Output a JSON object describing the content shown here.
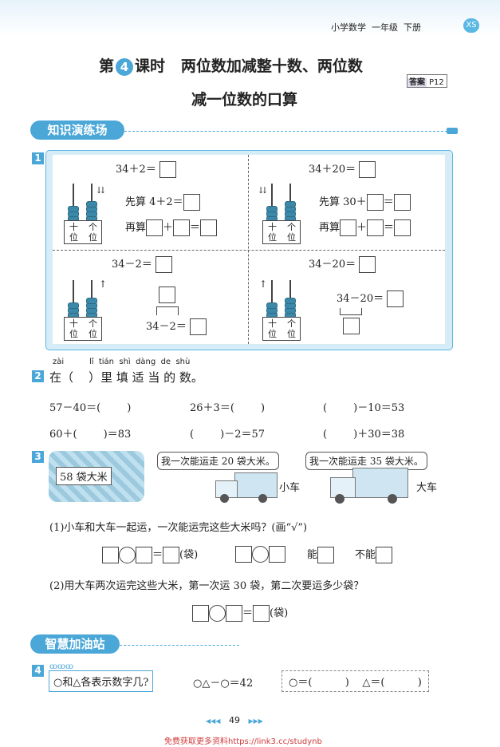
{
  "header": {
    "series": "小学数学",
    "grade": "一年级",
    "volume": "下册",
    "edition": "XS"
  },
  "title": {
    "prefix": "第",
    "number": "4",
    "suffix": "课时",
    "line1": "两位数加减整十数、两位数",
    "line2": "减一位数的口算"
  },
  "answer_ref": {
    "label": "答案",
    "page": "P12"
  },
  "sections": {
    "practice": "知识演练场",
    "challenge": "智慧加油站"
  },
  "q1": {
    "number": "1",
    "tl": {
      "equation": "34＋2＝",
      "step1": "先算 4＋2＝",
      "step2": "再算"
    },
    "tr": {
      "equation": "34＋20＝",
      "step1": "先算 30＋",
      "step2": "再算"
    },
    "bl": {
      "equation": "34－2＝",
      "bottom": "34－2＝"
    },
    "br": {
      "equation": "34－20＝",
      "inner": "34－20＝"
    },
    "abacus": {
      "tens": "十",
      "ones": "个",
      "unit": "位"
    },
    "ops": {
      "plus": "＋",
      "equals": "＝"
    }
  },
  "q2": {
    "number": "2",
    "pinyin": "zài          lǐ  tián  shì  dàng  de  shù",
    "instruction": "在（    ）里 填 适 当 的 数。",
    "rows": [
      [
        "57－40＝(        )",
        "26＋3＝(        )",
        "(        )－10＝53"
      ],
      [
        "60＋(        )＝83",
        "(        )－2＝57",
        "(        )＋30＝38"
      ]
    ]
  },
  "q3": {
    "number": "3",
    "rice": "58 袋大米",
    "small_bubble": "我一次能运走 20 袋大米。",
    "big_bubble": "我一次能运走 35 袋大米。",
    "small_label": "小车",
    "big_label": "大车",
    "part1": "(1)小车和大车一起运，一次能运完这些大米吗？(画“√”)",
    "part1_unit": "(袋)",
    "can": "能",
    "cannot": "不能",
    "part2": "(2)用大车两次运完这些大米，第一次运 30 袋，第二次要运多少袋？",
    "part2_unit": "(袋)",
    "equals": "＝"
  },
  "q4": {
    "number": "4",
    "question": "○和△各表示数字几?",
    "equation": "○△－○＝42",
    "answer": "○＝(          )    △＝(          )"
  },
  "footer": {
    "page": "49",
    "left_arrows": "◀◀◀",
    "right_arrows": "▶▶▶",
    "watermark": "免费获取更多资料https://link3.cc/studynb"
  }
}
